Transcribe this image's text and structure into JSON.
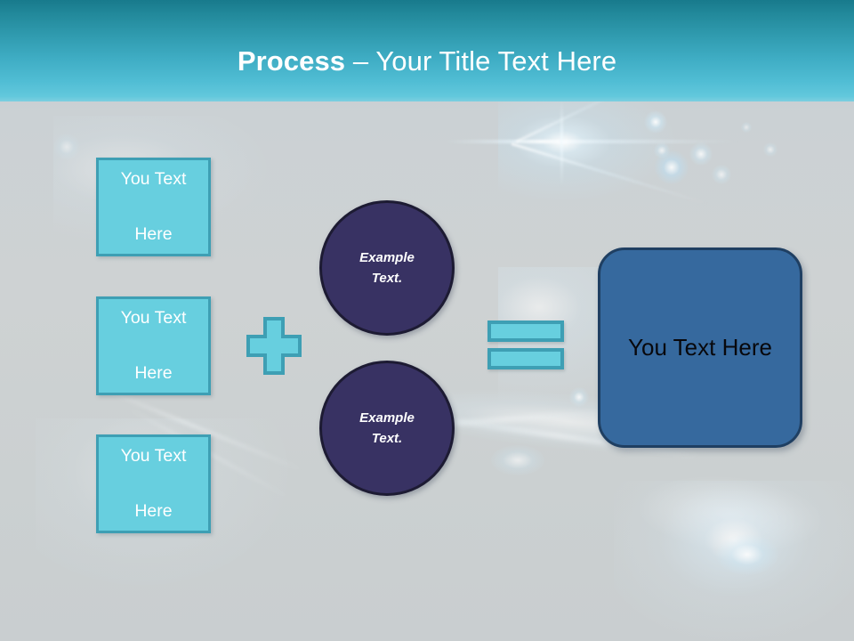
{
  "slide": {
    "title_bold": "Process",
    "title_rest": " – Your Title Text Here",
    "background_color": "#ccd2d5",
    "header_gradient_top": "#187a8c",
    "header_gradient_bottom": "#7ccfe0"
  },
  "diagram": {
    "input_boxes": [
      {
        "label": "You Text Here",
        "line1": "You Text",
        "line2": "Here",
        "fill": "#67cfdf",
        "border": "#3e9fb4"
      },
      {
        "label": "You Text Here",
        "line1": "You Text",
        "line2": "Here",
        "fill": "#67cfdf",
        "border": "#3e9fb4"
      },
      {
        "label": "You Text Here",
        "line1": "You Text",
        "line2": "Here",
        "fill": "#67cfdf",
        "border": "#3e9fb4"
      }
    ],
    "plus_operator": {
      "symbol": "+",
      "fill": "#67cfdf",
      "border": "#3e9fb4"
    },
    "circles": [
      {
        "line1": "Example",
        "line2": "Text.",
        "fill": "#383263",
        "border": "#1d1b33"
      },
      {
        "line1": "Example",
        "line2": "Text.",
        "fill": "#383263",
        "border": "#1d1b33"
      }
    ],
    "equals_operator": {
      "symbol": "=",
      "fill": "#67cfdf",
      "border": "#3e9fb4"
    },
    "result_box": {
      "label": "You Text Here",
      "fill": "#36699e",
      "border": "#1f3f62",
      "text_color": "#08080c"
    }
  }
}
